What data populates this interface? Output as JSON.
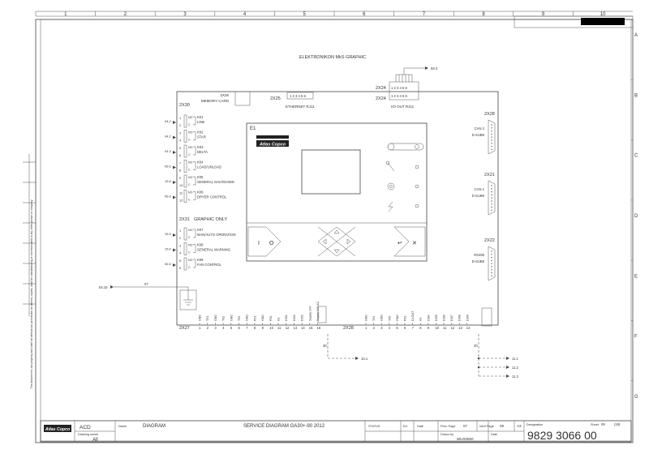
{
  "frame": {
    "columns": [
      "1",
      "2",
      "3",
      "4",
      "5",
      "6",
      "7",
      "8",
      "9",
      "10"
    ],
    "rows": [
      "A",
      "B",
      "C",
      "D",
      "E",
      "F",
      "G"
    ]
  },
  "diagram": {
    "title": "ELEKTRONIKON MkS GRAPHIC",
    "e1_label": "E1",
    "x26": {
      "id": "2X26",
      "name": "MEMORY CARD"
    },
    "x25": {
      "id": "2X25",
      "pins": "1 2 3 4 5 6",
      "name": "ETHERNET RJ11"
    },
    "x24": {
      "id": "2X24",
      "pins": "1 2 3 4 5 6",
      "name": "I/O OUT RJ11",
      "ref": "59.3"
    },
    "x30": {
      "id": "2X30",
      "relays": [
        {
          "ref": "04.2",
          "pins": [
            "1",
            "2"
          ],
          "name": "K01",
          "desc": "LINE"
        },
        {
          "ref": "04.2",
          "pins": [
            "3",
            "4"
          ],
          "name": "K02",
          "desc": "STAR"
        },
        {
          "ref": "04.3",
          "pins": [
            "5",
            "6"
          ],
          "name": "K03",
          "desc": "DELTA"
        },
        {
          "ref": "06.6",
          "pins": [
            "7",
            "8"
          ],
          "name": "K04",
          "desc": "LOAD/UNLOAD"
        },
        {
          "ref": "15.6",
          "pins": [
            "9",
            "10"
          ],
          "name": "K05",
          "desc": "GENERAL SHUTDOWN"
        },
        {
          "ref": "06.6",
          "pins": [
            "11",
            "12"
          ],
          "name": "K06",
          "desc": "DRYER CONTROL"
        }
      ]
    },
    "x31": {
      "id": "2X31",
      "title": "GRAPHIC ONLY",
      "relays": [
        {
          "ref": "15.5",
          "pins": [
            "1",
            "2"
          ],
          "name": "K07",
          "desc": "MAN/AUTO OPERATION"
        },
        {
          "ref": "15.6",
          "pins": [
            "3",
            "4"
          ],
          "name": "K08",
          "desc": "GENERAL WARNING"
        },
        {
          "ref": "06.5",
          "pins": [
            "5",
            "6"
          ],
          "name": "K09",
          "desc": "FAN CONTROL"
        }
      ]
    },
    "no_label": "NO",
    "c_label": "C",
    "x28r": {
      "id": "2X28",
      "name": "CAN 2",
      "sub": "D-SUB9"
    },
    "x21": {
      "id": "2X21",
      "name": "CAN 1",
      "sub": "D-SUB9"
    },
    "x22": {
      "id": "2X22",
      "name": "RS485",
      "sub": "D-SUB9"
    },
    "x27": {
      "id": "2X27",
      "signals": [
        "GND",
        "T01",
        "GND",
        "T02",
        "GND",
        "T03",
        "GND",
        "P01",
        "GND",
        "P02",
        "A1",
        "DI01",
        "DI02",
        "DI03",
        "Supply 24V",
        "Supply 24V AC"
      ],
      "pins": [
        "1",
        "2",
        "3",
        "4",
        "5",
        "6",
        "7",
        "8",
        "9",
        "10",
        "11",
        "12",
        "13",
        "14",
        "15",
        "16"
      ]
    },
    "x28b": {
      "id": "2X28",
      "signals": [
        "GND",
        "T04",
        "GND",
        "T05",
        "GND",
        "P03",
        "DI-OUT",
        "A1",
        "DI04",
        "DI05",
        "DI06",
        "DI07",
        "DI08",
        "DI09"
      ],
      "pins": [
        "1",
        "2",
        "3",
        "4",
        "5",
        "6",
        "7",
        "8",
        "9",
        "10",
        "11",
        "12",
        "13",
        "14"
      ]
    },
    "ground_ref": "04.10",
    "ground_wire": "07",
    "wire_30a": "30",
    "wire_30b": "30",
    "ref_10_1": "10.1",
    "ref_11_1": "11.1",
    "ref_11_2": "11.2",
    "ref_11_3": "11.3",
    "keys": {
      "on": "I",
      "off": "O",
      "enter": "↵",
      "esc": "✕"
    }
  },
  "side_note": "This document is our property and shall not without our permission be altered, copied, used for manufacturing or communicated to any other person or company.",
  "title_block": {
    "brand": "Atlas Copco",
    "acd": "ACD",
    "name_label": "Name",
    "name_value": "DIAGRAM",
    "drawing_owner_label": "Drawing owner",
    "drawing_owner_value": "All",
    "title": "SERVICE DIAGRAM GA30+-90 2012",
    "status_label": "STATUS",
    "ed_label": "Ed.",
    "date_label": "Date",
    "prev_page_label": "Prev. Page",
    "prev_page": "07",
    "next_page_label": "Next Page",
    "next_page": "09",
    "format": "A3",
    "drawn_by_label": "Drawn by",
    "drawn_by": "WUX0650",
    "date2_label": "Date",
    "designation_label": "Designation",
    "sheet_label": "Sheet",
    "sheet": "08",
    "sheet_total": "(19)",
    "designation": "9829 3066 00"
  }
}
